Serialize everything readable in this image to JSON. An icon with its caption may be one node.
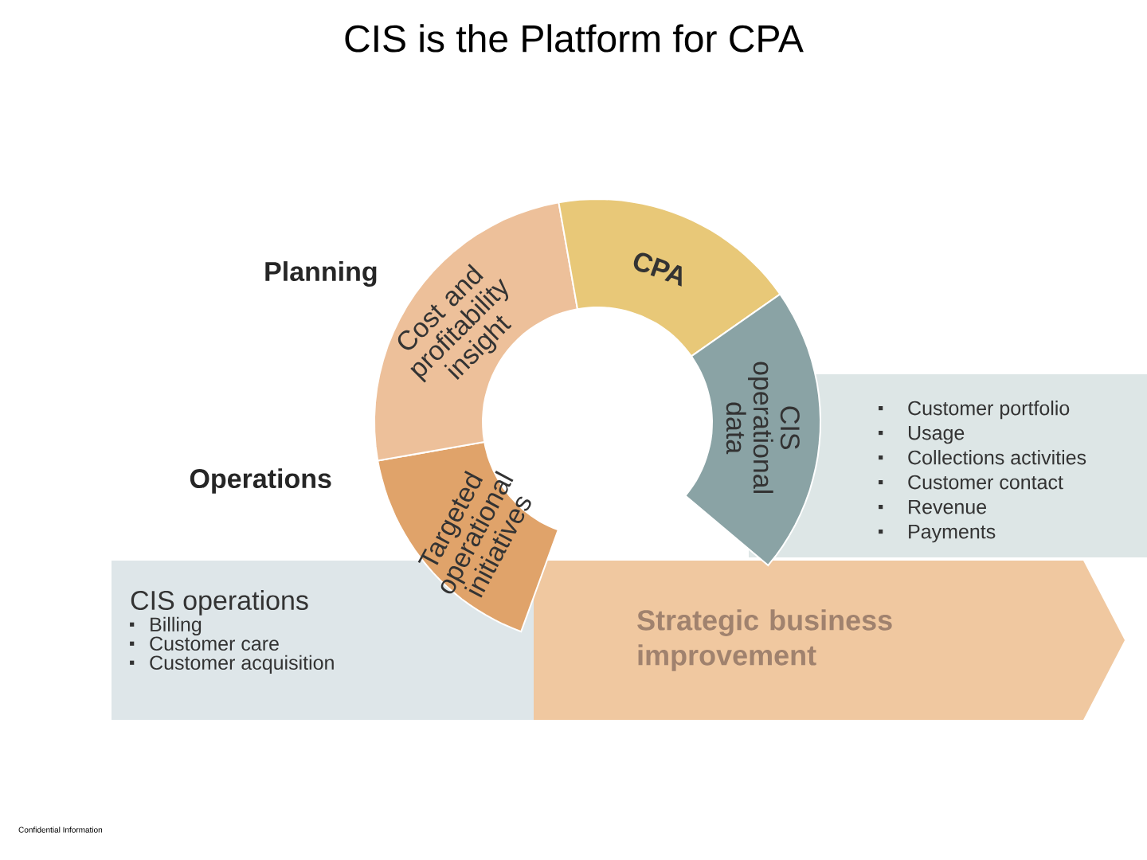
{
  "diagram": {
    "title": "CIS is the Platform for CPA",
    "nodes": [
      {
        "text": [
          "Cost and profitability insight"
        ]
      },
      {
        "text": [
          "CPA"
        ]
      },
      {
        "text": [
          "CIS operational data"
        ]
      },
      {
        "text": [
          "Customer portfolio",
          "Usage",
          "Collections activities",
          "Customer contact",
          "Revenue",
          "Payments"
        ]
      },
      {
        "text": [
          "Targeted operational initiatives"
        ]
      },
      {
        "text": [
          "CIS operations",
          "Billing",
          "Customer care",
          "Customer acquisition"
        ]
      },
      {
        "text": [
          "Strategic business improvement"
        ]
      }
    ],
    "labels": [
      "Planning",
      "Operations",
      "Confidential Information"
    ]
  }
}
